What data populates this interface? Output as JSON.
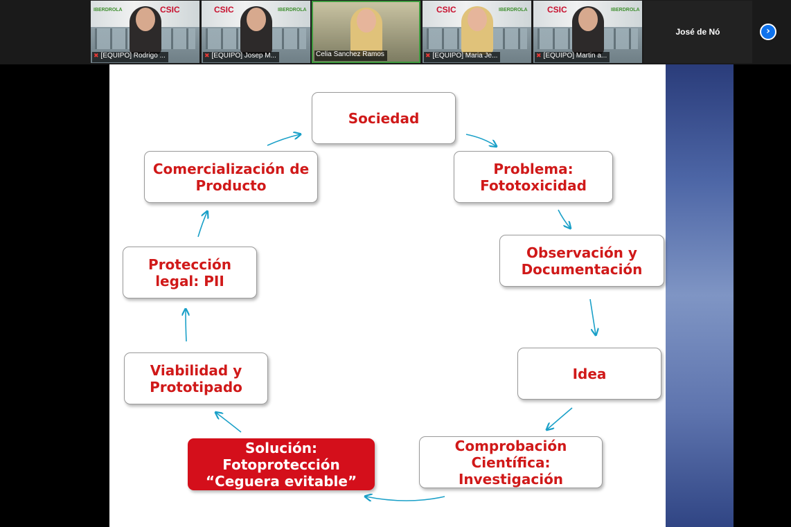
{
  "participants": [
    {
      "caption": "[EQUIPO] Rodrigo ...",
      "csic": "CSIC",
      "iberdrola": "IBERDROLA",
      "muted": true
    },
    {
      "caption": "[EQUIPO] Josep M...",
      "csic": "CSIC",
      "iberdrola": "IBERDROLA",
      "muted": true
    },
    {
      "caption": "Celia Sanchez Ramos",
      "active": true,
      "muted": false
    },
    {
      "caption": "[EQUIPO] Maria Je...",
      "csic": "CSIC",
      "iberdrola": "IBERDROLA",
      "muted": true
    },
    {
      "caption": "[EQUIPO] Martin a...",
      "csic": "CSIC",
      "iberdrola": "IBERDROLA",
      "muted": true
    }
  ],
  "name_tile": "José de Nó",
  "next_icon": "chevron-right-icon",
  "slide": {
    "boxes": {
      "sociedad": "Sociedad",
      "problema": "Problema:\nFototoxicidad",
      "observacion": "Observación y\nDocumentación",
      "idea": "Idea",
      "comprobacion": "Comprobación\nCientífica:\nInvestigación",
      "solucion": "Solución:\nFotoprotección\n“Ceguera evitable”",
      "viabilidad": "Viabilidad y\nPrototipado",
      "proteccion": "Protección\nlegal: PII",
      "comercializacion": "Comercialización de\nProducto"
    },
    "colors": {
      "text": "#d01919",
      "highlight": "#d40f1b",
      "arrow": "#1aa0c8"
    }
  }
}
